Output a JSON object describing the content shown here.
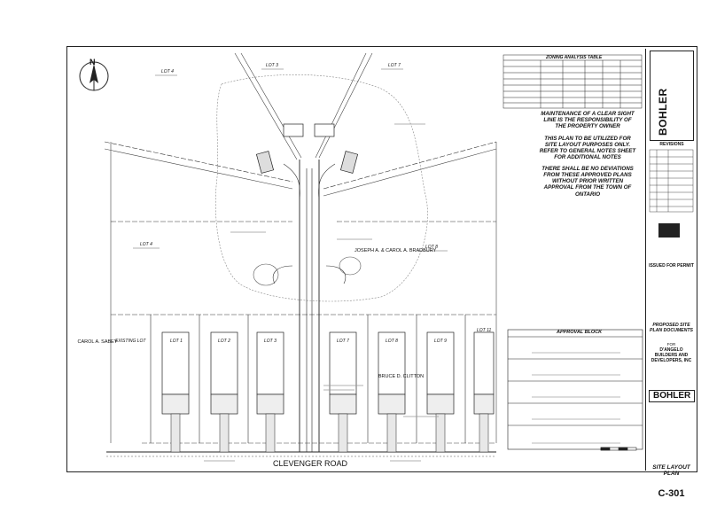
{
  "north_arrow": {
    "label": "N"
  },
  "road": {
    "name": "CLEVENGER ROAD"
  },
  "zoning": {
    "title": "ZONING ANALYSIS TABLE"
  },
  "notes": {
    "sight_line": "MAINTENANCE OF A CLEAR SIGHT LINE IS THE RESPONSIBILITY OF THE PROPERTY OWNER",
    "purpose": "THIS PLAN TO BE UTILIZED FOR SITE LAYOUT PURPOSES ONLY. REFER TO GENERAL NOTES SHEET FOR ADDITIONAL NOTES",
    "deviations": "THERE SHALL BE NO DEVIATIONS FROM THESE APPROVED PLANS WITHOUT PRIOR WRITTEN APPROVAL FROM THE TOWN OF ONTARIO"
  },
  "approval": {
    "title": "APPROVAL BLOCK"
  },
  "owners": {
    "left": "CAROL A. SABEY",
    "right_upper": "JOSEPH A. & CAROL A. BRADBURY",
    "right_lower": "BRUCE D. CLITTON"
  },
  "lots": {
    "lot_a": "LOT 4",
    "lot_b": "LOT 3",
    "lot_c": "LOT 1",
    "lot_d": "LOT 2",
    "lot_e": "LOT 3",
    "lot_f": "LOT 7",
    "lot_g": "LOT 8",
    "lot_h": "LOT 9",
    "lot_i": "LOT 11",
    "existing": "EXISTING LOT"
  },
  "title_block": {
    "firm": "BOHLER",
    "revisions": "REVISIONS",
    "permit": "ISSUED FOR PERMIT",
    "doc_title": "PROPOSED SITE PLAN DOCUMENTS",
    "for_label": "FOR",
    "client": "D'ANGELO BUILDERS AND DEVELOPERS, INC",
    "firm2": "BOHLER",
    "sheet_title": "SITE LAYOUT PLAN",
    "sheet_number": "C-301"
  }
}
